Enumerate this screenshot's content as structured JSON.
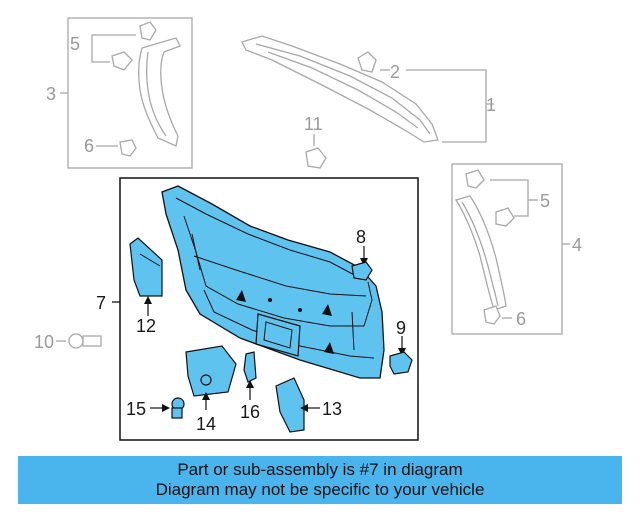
{
  "callouts": {
    "c1": "1",
    "c2": "2",
    "c3": "3",
    "c4": "4",
    "c5_left": "5",
    "c5_right": "5",
    "c6_left": "6",
    "c6_right": "6",
    "c7": "7",
    "c8": "8",
    "c9": "9",
    "c10": "10",
    "c11": "11",
    "c12": "12",
    "c13": "13",
    "c14": "14",
    "c15": "15",
    "c16": "16"
  },
  "banner": {
    "line1": "Part or sub-assembly is #7 in diagram",
    "line2": "Diagram may not be specific to your vehicle"
  },
  "colors": {
    "highlight": "#4ab4ec",
    "panel_fill": "#5fc3f0",
    "inactive": "#9a9a9a",
    "ink": "#1a1a1a"
  }
}
